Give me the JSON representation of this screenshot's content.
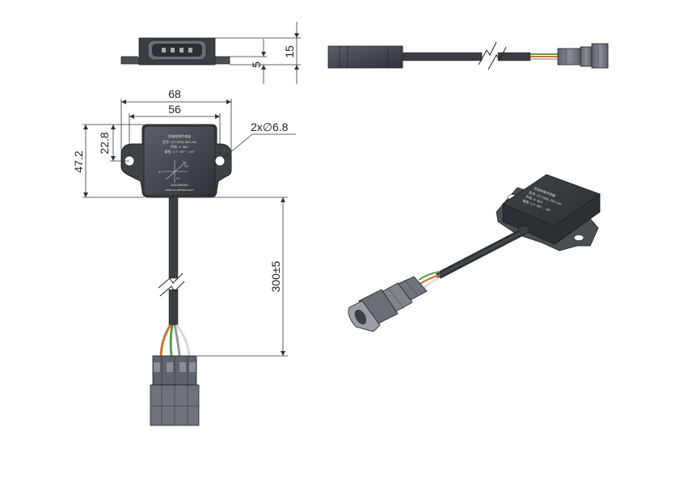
{
  "dimensions": {
    "top_height_small": "5",
    "top_height_total": "15",
    "width_outer": "68",
    "width_holes": "56",
    "height_total": "47.2",
    "height_holes": "22.8",
    "hole_spec": "2x∅6.8",
    "cable_length": "300±5"
  },
  "label": {
    "title": "双轴倾角传感器",
    "line1": "型号: ZCT290L-3D1-N4",
    "line2": "供电: 9~36V",
    "line3": "量程: X,Y  -90° ~ -90°",
    "serial": "1810306981",
    "website": "www.zc-sensor.com",
    "axis_x": "X-",
    "axis_xp": "X+",
    "axis_y": "Y+"
  },
  "colors": {
    "body_dark": "#3a3d42",
    "body_mid": "#5a5e63",
    "connector": "#6f737a",
    "wire_green": "#5aa04a",
    "wire_orange": "#c9772c",
    "wire_white": "#e8e8e8",
    "wire_gray": "#9a9a9a"
  }
}
